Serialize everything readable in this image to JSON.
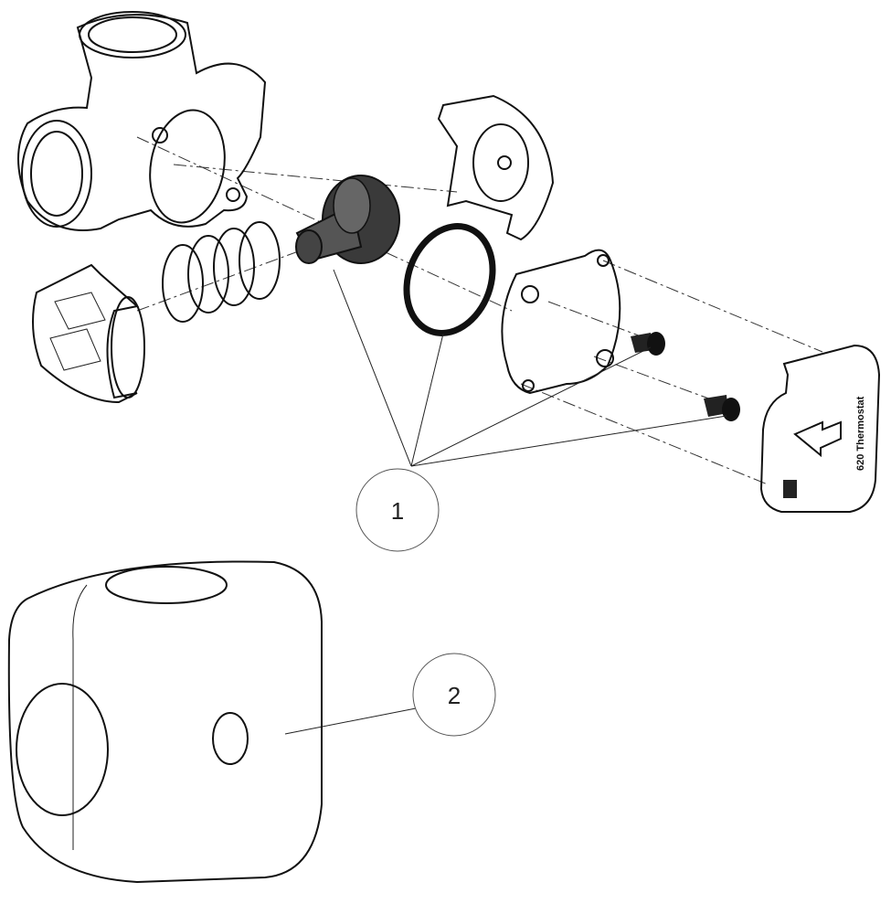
{
  "diagram": {
    "callouts": [
      {
        "label": "1"
      },
      {
        "label": "2"
      }
    ],
    "cap_label": "620 Thermostat"
  }
}
